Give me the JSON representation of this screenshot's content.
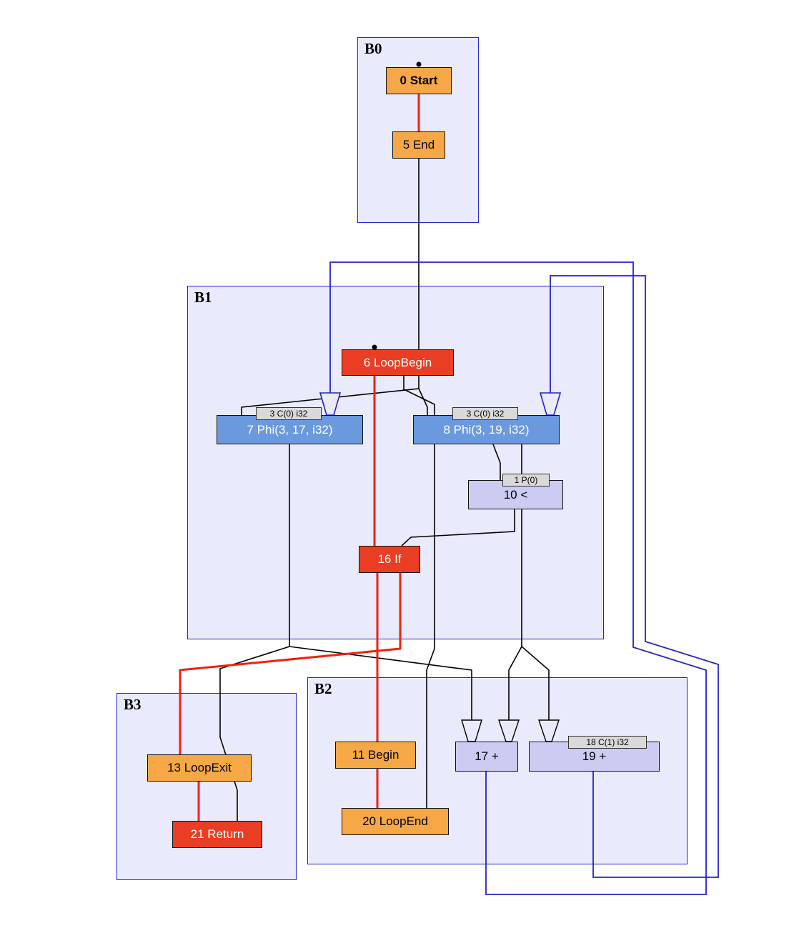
{
  "diagram": {
    "title": "control-flow-graph",
    "blocks": {
      "b0": {
        "label": "B0"
      },
      "b1": {
        "label": "B1"
      },
      "b2": {
        "label": "B2"
      },
      "b3": {
        "label": "B3"
      }
    },
    "nodes": {
      "start": {
        "label": "0 Start",
        "block": "B0",
        "kind": "control"
      },
      "end": {
        "label": "5 End",
        "block": "B0",
        "kind": "control"
      },
      "loopbegin": {
        "label": "6 LoopBegin",
        "block": "B1",
        "kind": "critical"
      },
      "phi7": {
        "label": "7 Phi(3, 17, i32)",
        "block": "B1",
        "kind": "phi",
        "inline_input": "3 C(0) i32"
      },
      "phi8": {
        "label": "8 Phi(3, 19, i32)",
        "block": "B1",
        "kind": "phi",
        "inline_input": "3 C(0) i32"
      },
      "less10": {
        "label": "10 <",
        "block": "B1",
        "kind": "value",
        "inline_input": "1 P(0)"
      },
      "if16": {
        "label": "16 If",
        "block": "B1",
        "kind": "critical"
      },
      "begin11": {
        "label": "11 Begin",
        "block": "B2",
        "kind": "control"
      },
      "add17": {
        "label": "17 +",
        "block": "B2",
        "kind": "value"
      },
      "add19": {
        "label": "19 +",
        "block": "B2",
        "kind": "value",
        "inline_input": "18 C(1) i32"
      },
      "loopend20": {
        "label": "20 LoopEnd",
        "block": "B2",
        "kind": "control"
      },
      "loopexit13": {
        "label": "13 LoopExit",
        "block": "B3",
        "kind": "control"
      },
      "return21": {
        "label": "21 Return",
        "block": "B3",
        "kind": "critical"
      }
    },
    "edges": [
      {
        "from": "0 Start",
        "to": "5 End",
        "color": "red"
      },
      {
        "from": "5 End",
        "to": "6 LoopBegin",
        "color": "black"
      },
      {
        "from": "6 LoopBegin",
        "to": "7 Phi",
        "color": "black"
      },
      {
        "from": "6 LoopBegin",
        "to": "8 Phi",
        "color": "black"
      },
      {
        "from": "6 LoopBegin",
        "to": "16 If",
        "color": "red"
      },
      {
        "from": "6 LoopBegin",
        "to": "20 LoopEnd",
        "color": "black"
      },
      {
        "from": "8 Phi",
        "to": "10 <",
        "color": "black"
      },
      {
        "from": "10 <",
        "to": "16 If",
        "color": "black"
      },
      {
        "from": "16 If",
        "to": "11 Begin",
        "color": "red"
      },
      {
        "from": "16 If",
        "to": "13 LoopExit",
        "color": "red"
      },
      {
        "from": "11 Begin",
        "to": "20 LoopEnd",
        "color": "red"
      },
      {
        "from": "13 LoopExit",
        "to": "21 Return",
        "color": "red"
      },
      {
        "from": "7 Phi",
        "to": "21 Return",
        "color": "black"
      },
      {
        "from": "7 Phi",
        "to": "17 +",
        "color": "black"
      },
      {
        "from": "8 Phi",
        "to": "17 +",
        "color": "black"
      },
      {
        "from": "8 Phi",
        "to": "19 +",
        "color": "black"
      },
      {
        "from": "17 +",
        "to": "7 Phi",
        "color": "blue"
      },
      {
        "from": "19 +",
        "to": "8 Phi",
        "color": "blue"
      }
    ],
    "colors": {
      "block_fill": "#e9eafb",
      "block_border": "#2326c8",
      "node_control": "#f5a845",
      "node_critical": "#e93e23",
      "node_phi": "#6a99de",
      "node_value": "#ccccf2",
      "inline_box": "#d9d9d9",
      "edge_red": "#ee2211",
      "edge_black": "#000000",
      "edge_blue": "#2222cc"
    }
  }
}
